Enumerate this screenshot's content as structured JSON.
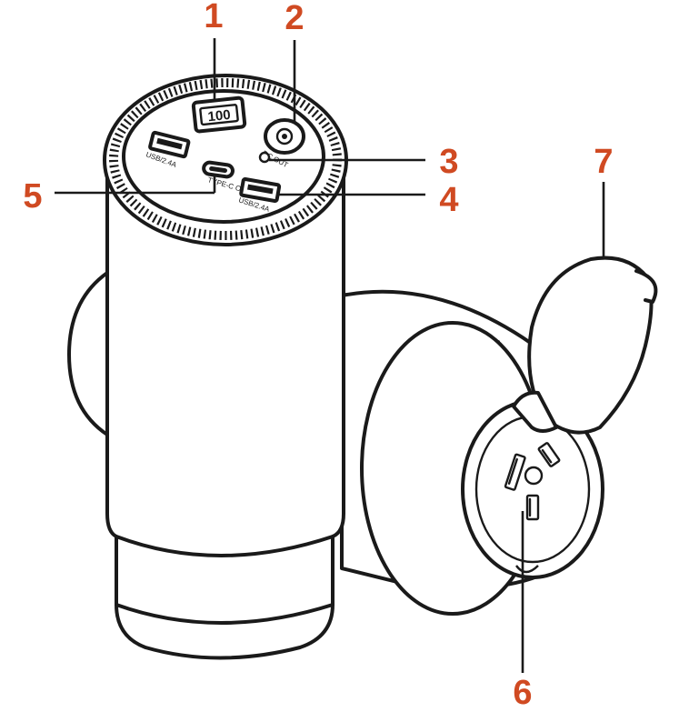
{
  "diagram": {
    "accent_color": "#d04a22",
    "callouts": [
      {
        "id": "1",
        "label": "1"
      },
      {
        "id": "2",
        "label": "2"
      },
      {
        "id": "3",
        "label": "3"
      },
      {
        "id": "4",
        "label": "4"
      },
      {
        "id": "5",
        "label": "5"
      },
      {
        "id": "6",
        "label": "6"
      },
      {
        "id": "7",
        "label": "7"
      }
    ],
    "port_labels": {
      "usb_left": "USB/2.4A",
      "usb_right": "USB/2.4A",
      "typec": "TYPE-C OUT",
      "dc_out": "DC OUT",
      "display": "100"
    }
  }
}
